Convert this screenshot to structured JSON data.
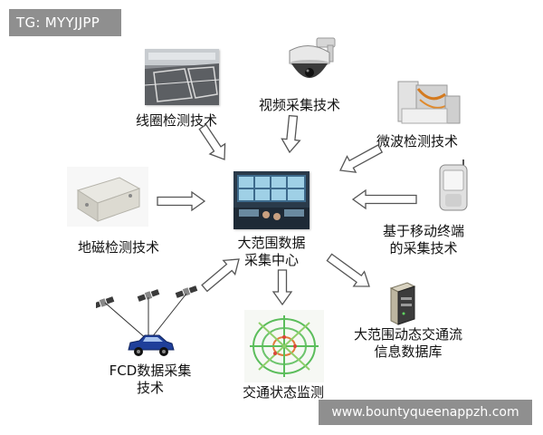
{
  "tag": "TG: MYYJJPP",
  "watermark": "www.bountyqueenappzh.com",
  "nodes": {
    "coil": "线圈检测技术",
    "video": "视频采集技术",
    "microwave": "微波检测技术",
    "magnetic": "地磁检测技术",
    "center_line1": "大范围数据",
    "center_line2": "采集中心",
    "mobile_line1": "基于移动终端",
    "mobile_line2": "的采集技术",
    "fcd_line1": "FCD数据采集",
    "fcd_line2": "技术",
    "traffic": "交通状态监测",
    "database_line1": "大范围动态交通流",
    "database_line2": "信息数据库"
  }
}
